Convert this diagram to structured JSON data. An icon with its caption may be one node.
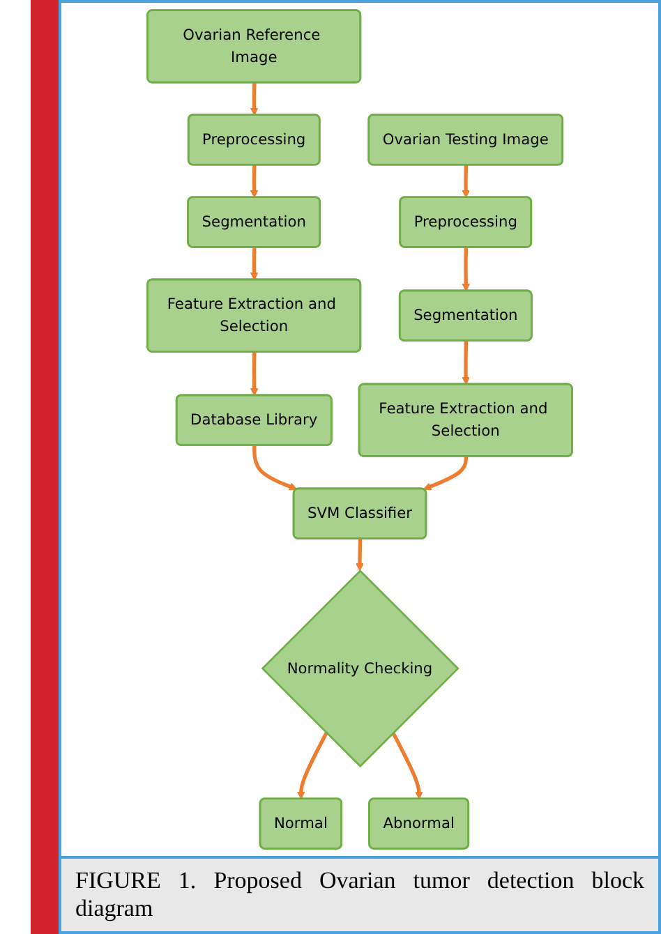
{
  "diagram": {
    "caption": "FIGURE 1. Proposed Ovarian tumor detection block diagram",
    "nodes": [
      {
        "text": [
          "Ovarian Reference Image"
        ]
      },
      {
        "text": [
          "Preprocessing"
        ]
      },
      {
        "text": [
          "Segmentation"
        ]
      },
      {
        "text": [
          "Feature Extraction and Selection"
        ]
      },
      {
        "text": [
          "Database Library"
        ]
      },
      {
        "text": [
          "Ovarian Testing Image"
        ]
      },
      {
        "text": [
          "Preprocessing"
        ]
      },
      {
        "text": [
          "Segmentation"
        ]
      },
      {
        "text": [
          "Feature Extraction and Selection"
        ]
      },
      {
        "text": [
          "SVM Classifier"
        ]
      },
      {
        "text": [
          "Normality Checking"
        ]
      },
      {
        "text": [
          "Normal"
        ]
      },
      {
        "text": [
          "Abnormal"
        ]
      }
    ],
    "edges": [
      {
        "from": 0,
        "to": 1,
        "arrow": "to"
      },
      {
        "from": 1,
        "to": 2,
        "arrow": "to"
      },
      {
        "from": 2,
        "to": 3,
        "arrow": "to"
      },
      {
        "from": 3,
        "to": 4,
        "arrow": "to"
      },
      {
        "from": 4,
        "to": 9,
        "arrow": "to"
      },
      {
        "from": 5,
        "to": 6,
        "arrow": "to"
      },
      {
        "from": 6,
        "to": 7,
        "arrow": "to"
      },
      {
        "from": 7,
        "to": 8,
        "arrow": "to"
      },
      {
        "from": 8,
        "to": 9,
        "arrow": "to"
      },
      {
        "from": 9,
        "to": 10,
        "arrow": "to"
      },
      {
        "from": 10,
        "to": 11,
        "arrow": "to"
      },
      {
        "from": 10,
        "to": 12,
        "arrow": "to"
      }
    ]
  }
}
